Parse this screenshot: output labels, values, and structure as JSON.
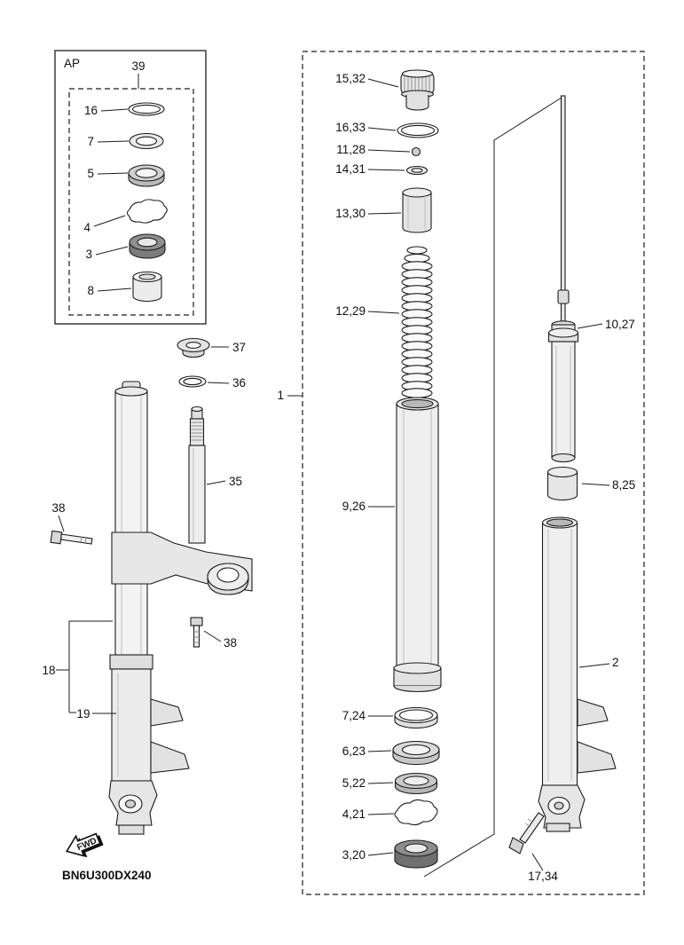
{
  "diagram": {
    "code": "BN6U300DX240",
    "fwd": "FWD",
    "inset": {
      "title": "AP",
      "group": "39",
      "items": {
        "i16": "16",
        "i7": "7",
        "i5": "5",
        "i4": "4",
        "i3": "3",
        "i8": "8"
      }
    },
    "left": {
      "c37": "37",
      "c36": "36",
      "c35": "35",
      "c38a": "38",
      "c38b": "38",
      "c18": "18",
      "c19": "19"
    },
    "main": {
      "c1": "1",
      "c15_32": "15,32",
      "c16_33": "16,33",
      "c11_28": "11,28",
      "c14_31": "14,31",
      "c13_30": "13,30",
      "c12_29": "12,29",
      "c9_26": "9,26",
      "c7_24": "7,24",
      "c6_23": "6,23",
      "c5_22": "5,22",
      "c4_21": "4,21",
      "c3_20": "3,20",
      "c10_27": "10,27",
      "c8_25": "8,25",
      "c2": "2",
      "c17_34": "17,34"
    }
  }
}
